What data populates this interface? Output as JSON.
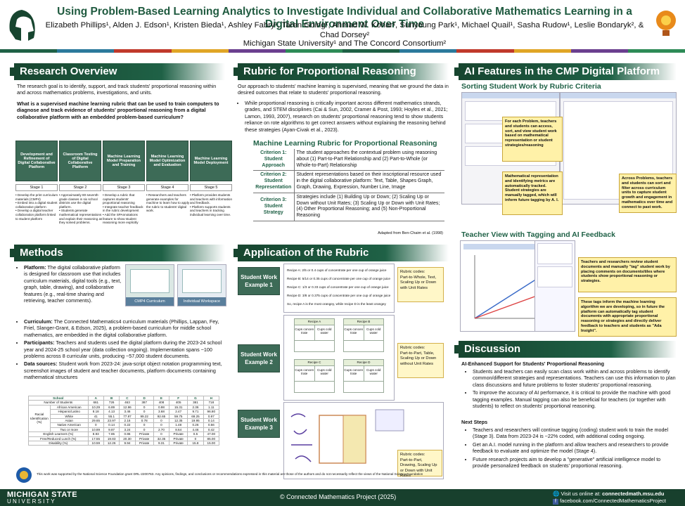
{
  "header": {
    "title": "Using Problem-Based Learning Analytics to Investigate Individual and Collaborative Mathematics Learning in a Digital Environment Over Time",
    "authors_line1": "Elizabeth Phillips¹, Alden J. Edson¹, Kristen Bieda¹, Ashley Fabry¹, Taren Going¹, Ahmad W. Kohar¹, Sunyoung Park¹, Michael Quail¹, Sasha Rudow¹, Leslie Bondaryk², & Chad Dorsey²",
    "affiliations": "Michigan State University¹ and The Concord Consortium²",
    "colors": [
      "#1f6146",
      "#2c7a9c",
      "#c0392b",
      "#e0a526",
      "#6b3f8f",
      "#2e8b57"
    ]
  },
  "overview": {
    "heading": "Research Overview",
    "intro": "The research goal is to identify, support, and track students' proportional reasoning within and across mathematics problems, investigations, and units.",
    "question": "What is a supervised machine learning rubric that can be used to train computers to diagnose and track evidence of students' proportional reasoning from a digital collaborative platform with an embedded problem-based curriculum?",
    "stages": [
      {
        "box": "Development and Refinement of Digital Collaborative Platform",
        "label": "Stage 1",
        "text": "• Develop the print curriculum materials (CMP4)\n• Embed into a digital student collaborative platform\n• Develop a digital teacher collaboration platform linked to student platform"
      },
      {
        "box": "Classroom Testing of Digital Collaborative Platform",
        "label": "Stage 2",
        "text": "• Approximately 80 seventh-grade classes in six school districts use the digital platform.\n• Students generate mathematical representations and explain their reasoning as they solved problems."
      },
      {
        "box": "Machine Learning Model Preparation and Training",
        "label": "Stage 3",
        "text": "• Develop a rubric that captures students' proportional reasoning\n• Integrate teacher feedback in the rubric development\n• Add the SPAnnotations feature to show student reasoning more explicitly"
      },
      {
        "box": "Machine Learning Model Optimization and Evaluation",
        "label": "Stage 4",
        "text": "• Researchers and teachers generate examples for machine to learn how to apply the rubric to students' digital work."
      },
      {
        "box": "Machine Learning Model Deployment",
        "label": "Stage 5",
        "text": "• Platform provides students and teachers with information and feedback.\n• Platform supports students and teachers in tracking individual learning over time."
      }
    ]
  },
  "methods": {
    "heading": "Methods",
    "platform_label": "Platform:",
    "platform_text": " The digital collaborative platform is designed for classroom use that includes curriculum materials, digital tools (e.g., text, graph, table, drawing), and collaborative features (e.g., real-time sharing and retrieving, teacher comments).",
    "img_cap1": "CMP4 Curriculum",
    "img_cap2": "Individual Workspace",
    "curriculum_label": "Curriculum:",
    "curriculum_text": " The Connected Mathematics4 curriculum materials (Phillips, Lappan, Fey, Friel, Slanger-Grant, & Edson, 2025), a problem-based curriculum for middle school mathematics, are embedded in the digital collaborative platform.",
    "participants_label": "Participants:",
    "participants_text": " Teachers and students used the digital platform during the 2023-24 school year and 2024-25 school year (data collection ongoing). Implementation spans ~100 problems across 8 curricular units, producing ~57,000 student documents.",
    "sources_label": "Data sources:",
    "sources_text": " Student work from 2023-24: java-script object notation programming text, screenshot images of student and teacher documents, platform documents containing mathematical structures",
    "table": {
      "headers": [
        "School",
        "A",
        "B",
        "C",
        "D",
        "E",
        "F",
        "G",
        "H"
      ],
      "rows": [
        [
          "Number of Students",
          "661",
          "726",
          "463",
          "387",
          "408",
          "405",
          "381",
          "718"
        ],
        [
          "African American",
          "10.29",
          "6.89",
          "12.96",
          "0",
          "0.98",
          "15.31",
          "2.36",
          "1.11"
        ],
        [
          "Hispanic/Latino",
          "8.18",
          "4.13",
          "3.46",
          "0",
          "3.68",
          "2.47",
          "9.71",
          "96.80"
        ],
        [
          "White",
          "41",
          "55.1",
          "77.97",
          "99.22",
          "92.65",
          "59.75",
          "69.25",
          "0.97"
        ],
        [
          "Asian",
          "29.65",
          "23.97",
          "2.16",
          "0.78",
          "0",
          "12.35",
          "19.95",
          "0.14"
        ],
        [
          "Native American",
          "0",
          "0.14",
          "0.22",
          "0",
          "0",
          "1.48",
          "0.26",
          "0.56"
        ],
        [
          "Two or more",
          "10.89",
          "9.87",
          "3.24",
          "0",
          "2.70",
          "8.64",
          "4.46",
          "0.42"
        ],
        [
          "English Learners (%)",
          "8.93",
          "7.85",
          "0.86",
          "Private",
          "0",
          "Private",
          "0.5",
          "47.00"
        ],
        [
          "Free/Reduced Lunch (%)",
          "17.55",
          "19.83",
          "20.30",
          "Private",
          "32.35",
          "Private",
          "0",
          "85.00"
        ],
        [
          "Disability (%)",
          "10.59",
          "12.26",
          "9.94",
          "Private",
          "9.31",
          "Private",
          "15.8",
          "15.00"
        ]
      ],
      "group_label": "Racial Identification (%)"
    }
  },
  "rubric": {
    "heading": "Rubric for Proportional Reasoning",
    "intro": "Our approach to students' machine learning is supervised, meaning that we ground the data in desired outcomes that relate to students' proportional reasoning.",
    "bullet": "While proportional reasoning is critically important across different mathematics strands, grades, and STEM disciplines (Cai & Sun, 2002, Cramer & Post, 1993; Hoyles et al., 2021; Lamon, 1993, 2007), research on students' proportional reasoning tend to show students reliance on rote algorithms to get correct answers without explaining the reasoning behind these strategies (Ayan-Civak et al., 2023).",
    "table_title": "Machine Learning Rubric for Proportional Reasoning",
    "criteria": [
      {
        "name": "Criterion 1: Student Approach",
        "text": "The student approaches the contextual problem using reasoning about (1) Part-to-Part Relationship and (2) Part-to-Whole (or Whole-to-Part) Relationship"
      },
      {
        "name": "Criterion 2: Student Representation",
        "text": "Student representations based on their inscriptional resource used in the digital collaborative platform: Text, Table, Shapes Graph, Graph, Drawing, Expression, Number Line, Image"
      },
      {
        "name": "Criterion 3: Student Strategy",
        "text": "Strategies include (1) Building Up or Down; (2) Scaling Up or Down without Unit Rates; (3) Scaling Up or Down with Unit Rates; (4) Other Proportional Reasoning; and (5) Non-Proportional Reasoning"
      }
    ],
    "citation": "Adapted from Ben-Chaim et al. (1998)"
  },
  "application": {
    "heading": "Application of the Rubric",
    "ex1": "Student Work Example 1",
    "ex2": "Student Work Example 2",
    "ex3": "Student Work Example 3",
    "recipes": [
      "Recipe A: 2/5 or 0.4 cups of concentrate per one cup of orange juice",
      "Recipe B: 5/14 or 0.35 cups of concentrate per one cup of orange juice",
      "Recipe C: 1/3 or 0.33 cups of concentrate per one cup of orange juice",
      "Recipe D: 3/8 or 0.375 cups of concentrate per one cup of orange juice",
      "So, recipe A is the most orangey, while recipe D is the least orangey"
    ],
    "codes_title": "Rubric codes:",
    "codes1": "Part-to-Whole, Text, Scaling Up or Down with Unit Rates",
    "codes2": "Part-to-Part, Table, Scaling Up or Down without Unit Rates",
    "codes3": "Part-to-Part, Drawing, Scaling Up or Down with Unit Rates",
    "recipe_labels": [
      "Recipe A",
      "Recipe B",
      "Recipe C",
      "Recipe D"
    ],
    "cups_conc": "Cups concen trate",
    "cups_water": "Cups cold water"
  },
  "ai": {
    "heading": "AI Features in the CMP Digital Platform",
    "sub1": "Sorting Student Work by Rubric Criteria",
    "note1": "For each Problem, teachers and students can access, sort, and view student work based on mathematical representation or student strategies/reasoning",
    "note2": "Mathematical representation and identifying metrics are automatically tracked. Student strategies are manually tagged, which will inform future tagging by A. I.",
    "note3": "Across Problems, teachers and students can sort and filter across curriculum units to capture student growth and engagement in mathematics over time and connect to past work.",
    "sub2": "Teacher View with Tagging and AI Feedback",
    "note4": "Teachers and researchers review student documents and manually \"tag\" student work by placing comments on documents/tiles where students show proportional reasoning or strategies.",
    "note5": "These tags inform the machine learning algorithm we are developing, so in future the platform can automatically tag student documents with appropriate proportional reasoning or strategies and directly deliver feedback to teachers and students as \"Ada Insight\"."
  },
  "discussion": {
    "heading": "Discussion",
    "ai_title": "AI-Enhanced Support for Students' Proportional Reasoning",
    "ai_bullets": [
      "Students and teachers can easily scan class work within and across problems to identify common/different strategies and representations. Teachers can use this information to plan class discussions and future problems to foster students' proportional reasoning.",
      "To improve the accuracy of AI performance, it is critical to provide the machine with good tagging examples. Manual tagging can also be beneficial for teachers (or together with students) to reflect on students' proportional reasoning."
    ],
    "next_title": "Next Steps",
    "next_bullets": [
      "Teachers and researchers will continue tagging (coding) student work to train the model (Stage 3). Data from 2023-24 is ~22% coded, with additional coding ongoing.",
      "Get an A.I. model running in the platform and allow teachers and researchers to provide feedback to evaluate and optimize the model (Stage 4).",
      "Future research projects aim to develop a \"generative\" artificial intelligence model to provide personalized feedback on students' proportional reasoning."
    ]
  },
  "funding": "This work was supported by the National Science Foundation grant DRL-2200763. Any opinions, findings, and conclusions or recommendations expressed in this material are those of the authors and do not necessarily reflect the views of the National Science Foundation",
  "footer": {
    "msu1": "MICHIGAN STATE",
    "msu2": "U N I V E R S I T Y",
    "copyright": "© Connected Mathematics Project (2025)",
    "visit": "Visit us online at: ",
    "site": "connectedmath.msu.edu",
    "facebook": "facebook.com/ConnectedMathematicsProject"
  }
}
